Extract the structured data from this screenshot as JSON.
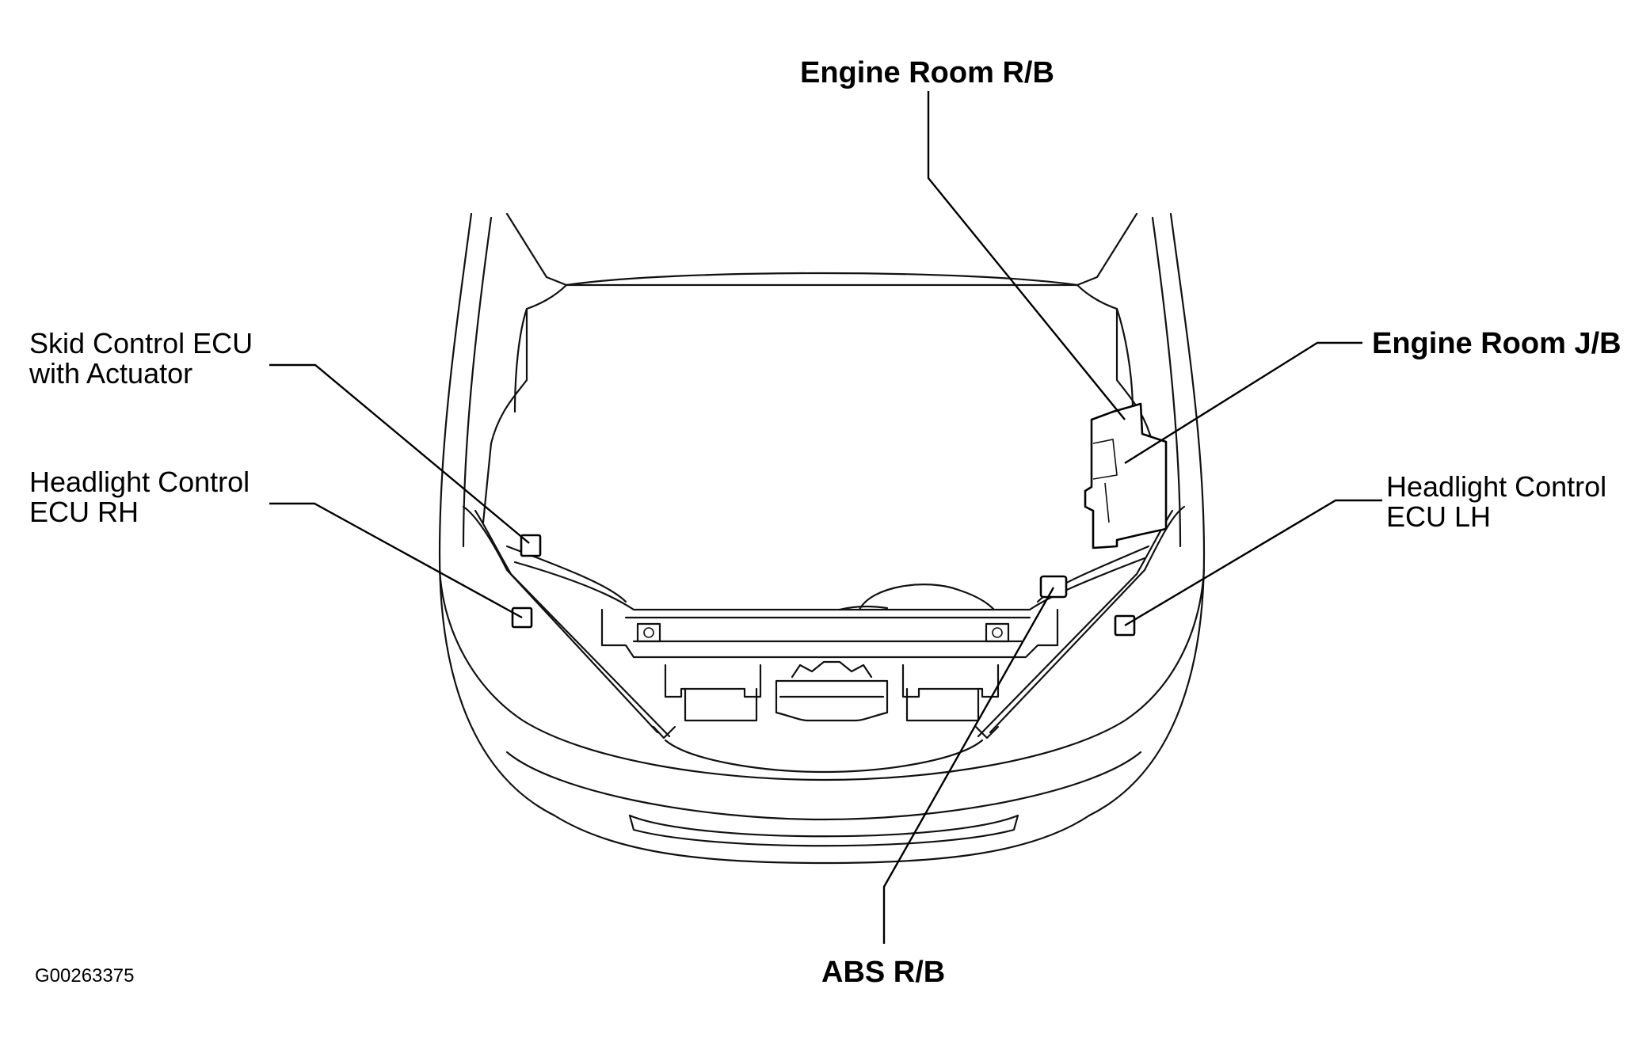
{
  "labels": {
    "engine_room_rb": "Engine Room R/B",
    "engine_room_jb": "Engine Room J/B",
    "skid_control_line1": "Skid Control ECU",
    "skid_control_line2": "with Actuator",
    "headlight_rh_line1": "Headlight Control",
    "headlight_rh_line2": "ECU RH",
    "headlight_lh_line1": "Headlight Control",
    "headlight_lh_line2": "ECU LH",
    "abs_rb": "ABS R/B"
  },
  "figure_code": "G00263375"
}
